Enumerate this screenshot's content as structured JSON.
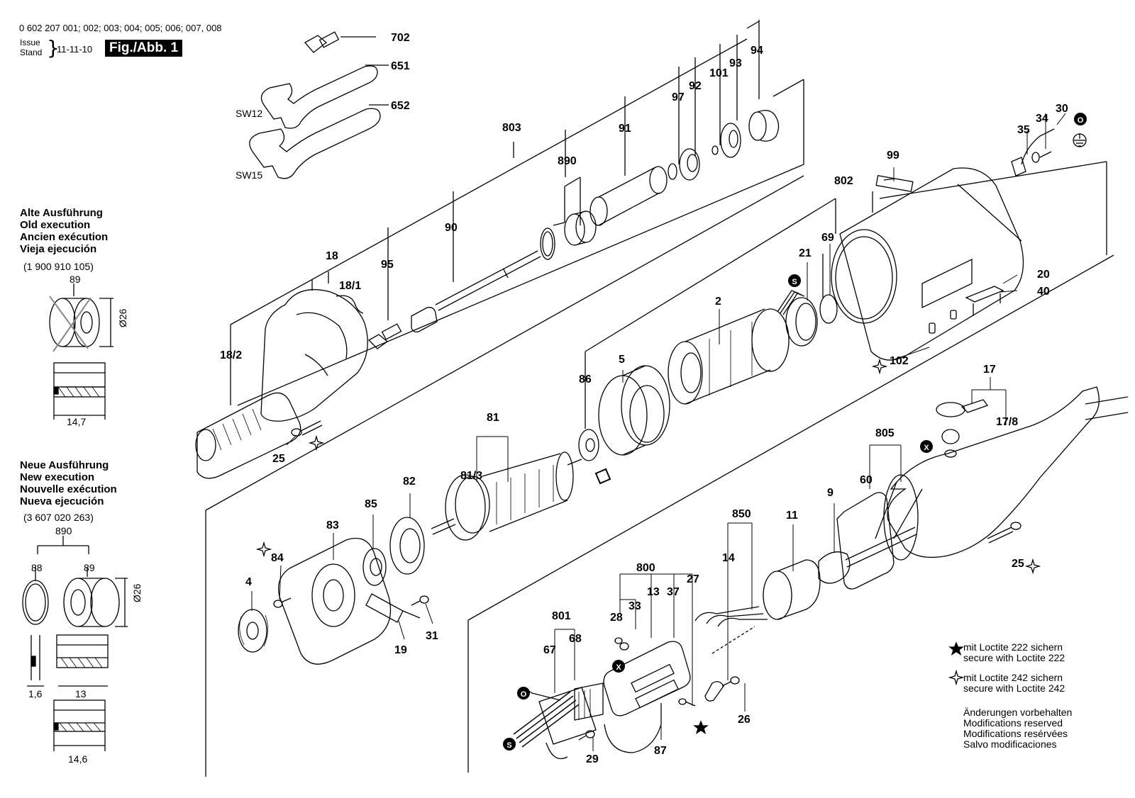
{
  "header": {
    "part_numbers": "0 602 207 001; 002; 003; 004; 005; 006; 007, 008",
    "issue_label": "Issue",
    "stand_label": "Stand",
    "issue_date": "11-11-10",
    "figure_label": "Fig./Abb. 1"
  },
  "old_execution": {
    "lines": [
      "Alte Ausführung",
      "Old execution",
      "Ancien exécution",
      "Vieja ejecución"
    ],
    "number": "(1 900 910 105)",
    "part": "89",
    "dim_diameter": "Ø26",
    "dim_length": "14,7"
  },
  "new_execution": {
    "lines": [
      "Neue Ausführung",
      "New execution",
      "Nouvelle exécution",
      "Nueva ejecución"
    ],
    "number": "(3 607 020 263)",
    "group": "890",
    "part_a": "88",
    "part_b": "89",
    "dim_diameter": "Ø26",
    "dim_a": "1,6",
    "dim_b": "13",
    "dim_c": "14,6"
  },
  "tools": {
    "wrench_small": "SW12",
    "wrench_large": "SW15"
  },
  "labels": [
    "702",
    "651",
    "652",
    "803",
    "890",
    "91",
    "97",
    "92",
    "101",
    "93",
    "94",
    "90",
    "95",
    "18",
    "18/1",
    "18/2",
    "25",
    "99",
    "802",
    "69",
    "21",
    "35",
    "34",
    "30",
    "20",
    "40",
    "102",
    "2",
    "5",
    "86",
    "81",
    "81/3",
    "82",
    "85",
    "83",
    "84",
    "4",
    "19",
    "31",
    "17",
    "17/8",
    "805",
    "60",
    "9",
    "11",
    "850",
    "14",
    "800",
    "13",
    "37",
    "27",
    "28",
    "33",
    "801",
    "67",
    "68",
    "29",
    "87",
    "26",
    "25"
  ],
  "markers": {
    "ground": "O",
    "signal": "S",
    "cross": "X"
  },
  "notes": {
    "loctite_222_de": "mit Loctite 222 sichern",
    "loctite_222_en": "secure with Loctite 222",
    "loctite_242_de": "mit Loctite 242 sichern",
    "loctite_242_en": "secure with Loctite 242",
    "mod_de": "Änderungen vorbehalten",
    "mod_en": "Modifications reserved",
    "mod_fr": "Modifications resérvées",
    "mod_es": "Salvo modificaciones"
  }
}
